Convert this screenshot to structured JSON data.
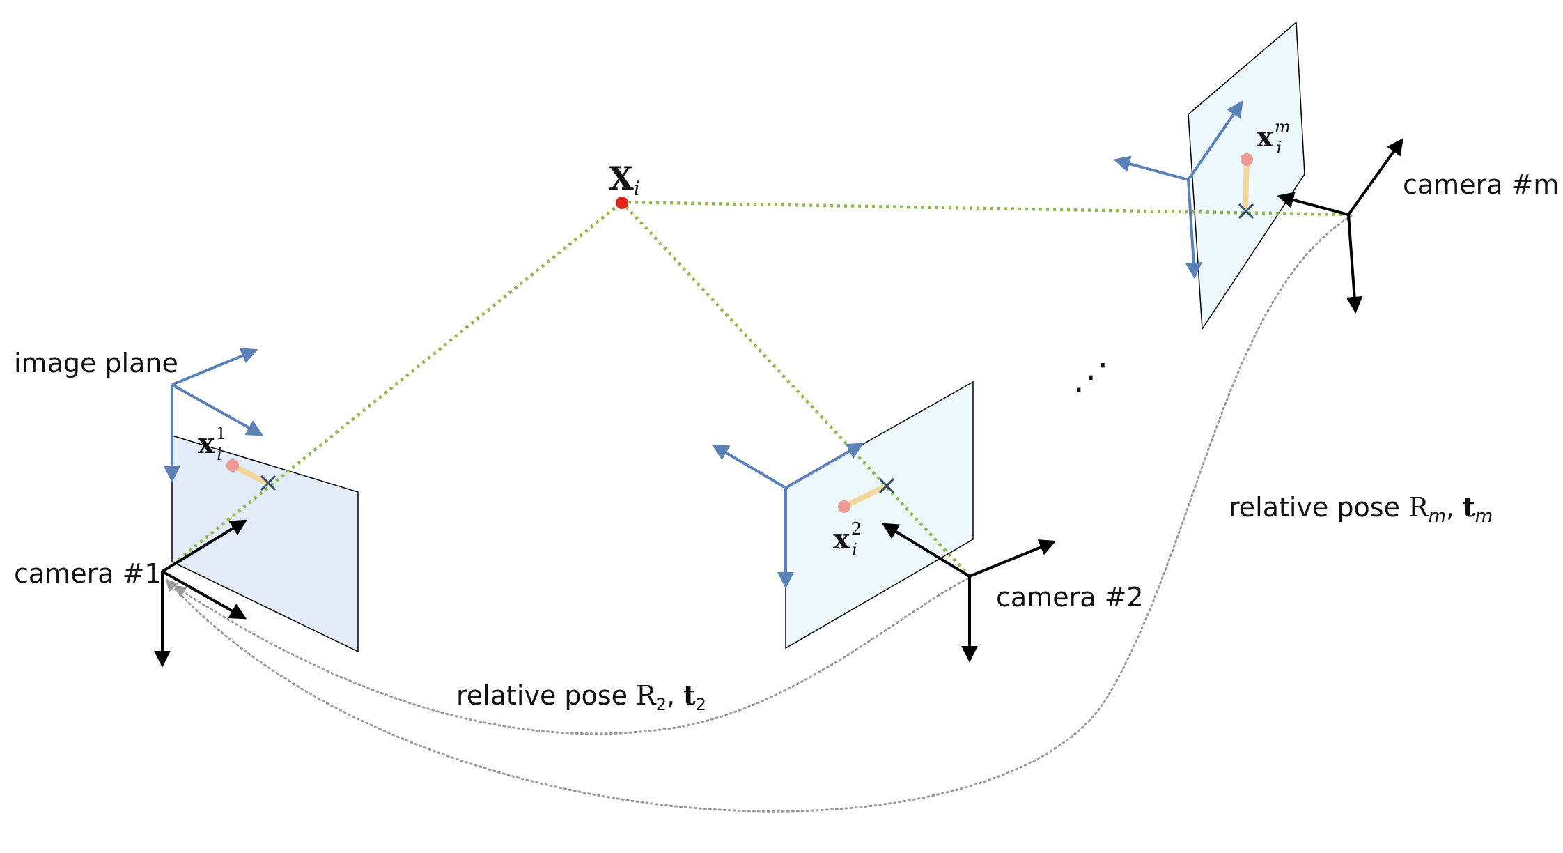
{
  "labels": {
    "image_plane": "image plane",
    "camera_1": "camera #1",
    "camera_2": "camera #2",
    "camera_m": "camera #m",
    "ellipsis": "⋰",
    "relative_pose_prefix": "relative pose "
  },
  "math": {
    "point_X": "X",
    "point_X_sub": "i",
    "x_base": "x",
    "x_sub": "i",
    "x1_sup": "1",
    "x2_sup": "2",
    "xm_sup": "m",
    "R": "R",
    "t": "t",
    "comma": ", ",
    "pose2_sub": "2",
    "posem_sub": "m"
  },
  "colors": {
    "image_plane_1_fill": "#e3ecf8",
    "image_plane_fill": "#eef9fd",
    "plane_axes": "#5b82b8",
    "camera_axes": "#000000",
    "ray": "#8fba4a",
    "pose_curve": "#9a9a9a",
    "world_point": "#e0261c",
    "projected_point": "#f09a94",
    "reprojection_error": "#f2d69a",
    "measured_point_marker": "#2e4a6e"
  }
}
